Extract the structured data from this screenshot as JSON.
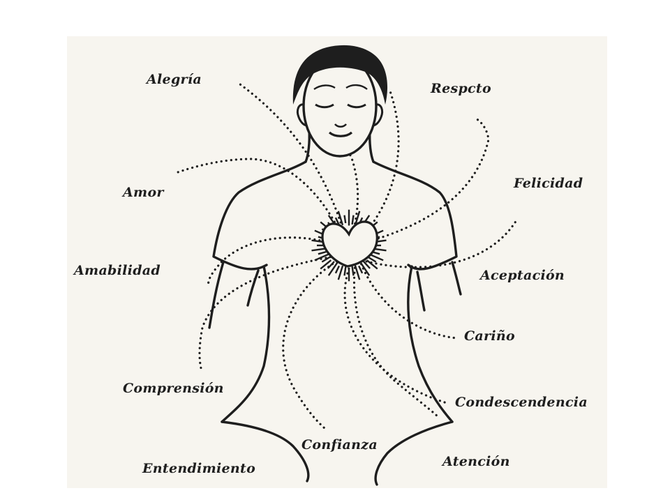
{
  "labels": {
    "alegria": "Alegría",
    "respeto": "Respcto",
    "amor": "Amor",
    "felicidad": "Felicidad",
    "amabilidad": "Amabilidad",
    "aceptacion": "Aceptación",
    "carino": "Cariño",
    "comprension": "Comprensión",
    "condescendencia": "Condescendencia",
    "confianza": "Confianza",
    "entendimiento": "Entendimiento",
    "atencion": "Atención"
  },
  "colors": {
    "ink": "#1e1e1e",
    "paper": "#f7f5ef",
    "background": "#ffffff"
  }
}
